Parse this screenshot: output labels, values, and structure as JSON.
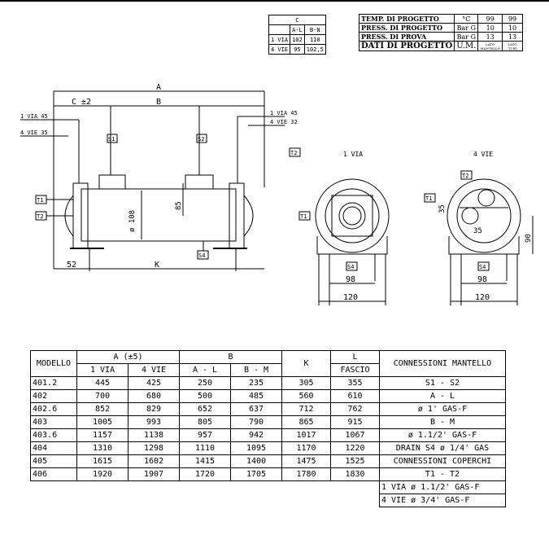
{
  "tableC": {
    "title": "C",
    "headers": [
      "A-L",
      "B-N"
    ],
    "rows": [
      [
        "1 VIA",
        "102",
        "110"
      ],
      [
        "4 VIE",
        "95",
        "102,5"
      ]
    ]
  },
  "tableProgetto": {
    "rows": [
      [
        "TEMP. DI PROGETTO",
        "°C",
        "99",
        "99"
      ],
      [
        "PRESS. DI PROGETTO",
        "Bar G",
        "10",
        "10"
      ],
      [
        "PRESS. DI PROVA",
        "Bar G",
        "13",
        "13"
      ],
      [
        "DATI DI PROGETTO",
        "U.M.",
        "LATO MANTELLO",
        "LATO TUBI"
      ]
    ]
  },
  "drawing": {
    "A": "A",
    "C": "C ±2",
    "B": "B",
    "K": "K",
    "dim52": "52",
    "via45_left": "1 VIA 45",
    "vie35_left": "4 VIE 35",
    "via45_right": "1 VIA 45",
    "vie32_right": "4 VIE 32",
    "S1": "S1",
    "S2": "S2",
    "S4": "S4",
    "T1": "T1",
    "T2": "T2",
    "dia108": "ø 108",
    "dim85": "85",
    "view1": "1 VIA",
    "view4": "4 VIE",
    "dim98a": "98",
    "dim120a": "120",
    "dim98b": "98",
    "dim120b": "120",
    "dim35a": "35",
    "dim35b": "35",
    "dim90": "90"
  },
  "mainTable": {
    "h_modello": "MODELLO",
    "h_a": "A (±5)",
    "h_b": "B",
    "h_k": "K",
    "h_l": "L",
    "h_fascio": "FASCIO",
    "h_1via": "1 VIA",
    "h_4vie": "4 VIE",
    "h_al": "A - L",
    "h_bm": "B - M",
    "rows": [
      [
        "401.2",
        "445",
        "425",
        "250",
        "235",
        "305",
        "355"
      ],
      [
        "402",
        "700",
        "680",
        "500",
        "485",
        "560",
        "610"
      ],
      [
        "402.6",
        "852",
        "829",
        "652",
        "637",
        "712",
        "762"
      ],
      [
        "403",
        "1005",
        "993",
        "805",
        "790",
        "865",
        "915"
      ],
      [
        "403.6",
        "1157",
        "1138",
        "957",
        "942",
        "1017",
        "1067"
      ],
      [
        "404",
        "1310",
        "1298",
        "1110",
        "1095",
        "1170",
        "1220"
      ],
      [
        "405",
        "1615",
        "1602",
        "1415",
        "1400",
        "1475",
        "1525"
      ],
      [
        "406",
        "1920",
        "1907",
        "1720",
        "1705",
        "1780",
        "1830"
      ]
    ],
    "side": [
      "CONNESSIONI MANTELLO",
      "S1 - S2",
      "A - L",
      "ø 1' GAS-F",
      "B - M",
      "ø 1.1/2' GAS-F",
      "DRAIN S4    ø 1/4' GAS",
      "CONNESSIONI COPERCHI",
      "T1 - T2",
      "1 VIA      ø 1.1/2' GAS-F",
      "4 VIE      ø 3/4' GAS-F"
    ]
  }
}
